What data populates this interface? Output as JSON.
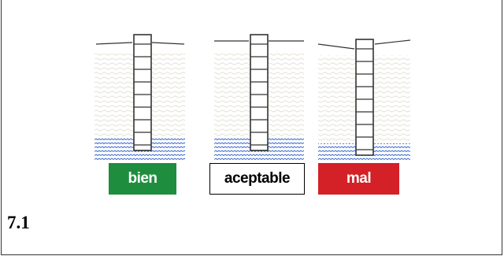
{
  "labels": {
    "good": "bien",
    "acceptable": "aceptable",
    "bad": "mal"
  },
  "caption": "7.1",
  "colors": {
    "good": "#1e8e3e",
    "bad": "#d42027",
    "water": "#2a5bc8",
    "soil": "#e2e0d2"
  }
}
